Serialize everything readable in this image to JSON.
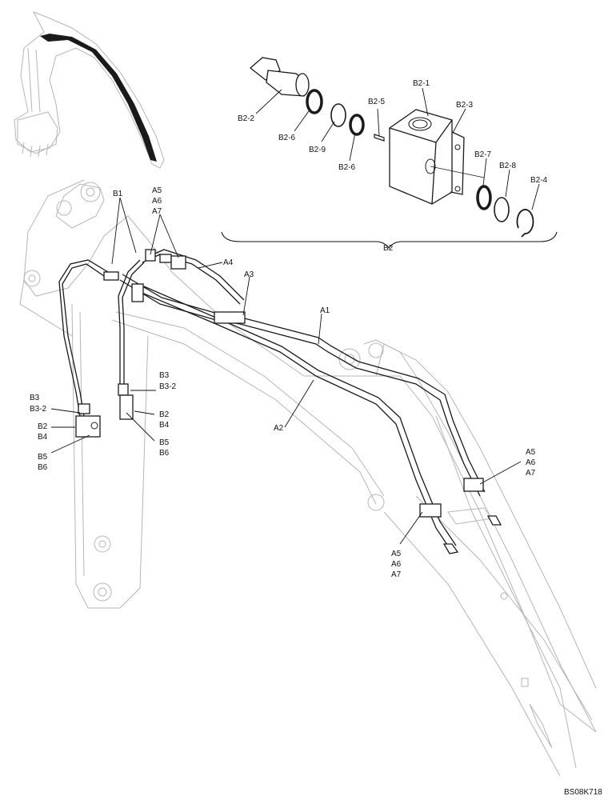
{
  "drawing_code": "BS08K718",
  "group_label": "B2",
  "callouts": {
    "b2_1": "B2-1",
    "b2_2": "B2-2",
    "b2_3": "B2-3",
    "b2_4": "B2-4",
    "b2_5": "B2-5",
    "b2_6a": "B2-6",
    "b2_6b": "B2-6",
    "b2_7": "B2-7",
    "b2_8": "B2-8",
    "b2_9": "B2-9",
    "b1": "B1",
    "a5_top": "A5",
    "a6_top": "A6",
    "a7_top": "A7",
    "a4": "A4",
    "a3": "A3",
    "a1": "A1",
    "a2": "A2",
    "b3_mid": "B3",
    "b3_2_mid": "B3-2",
    "b2_mid": "B2",
    "b4_mid": "B4",
    "b5_mid": "B5",
    "b6_mid": "B6",
    "b3_left": "B3",
    "b3_2_left": "B3-2",
    "b2_left": "B2",
    "b4_left": "B4",
    "b5_left": "B5",
    "b6_left": "B6",
    "a5_right": "A5",
    "a6_right": "A6",
    "a7_right": "A7",
    "a5_low": "A5",
    "a6_low": "A6",
    "a7_low": "A7"
  },
  "colors": {
    "ink": "#1a1a1a",
    "outline": "#b5b5b5",
    "highlight": "#111111"
  }
}
